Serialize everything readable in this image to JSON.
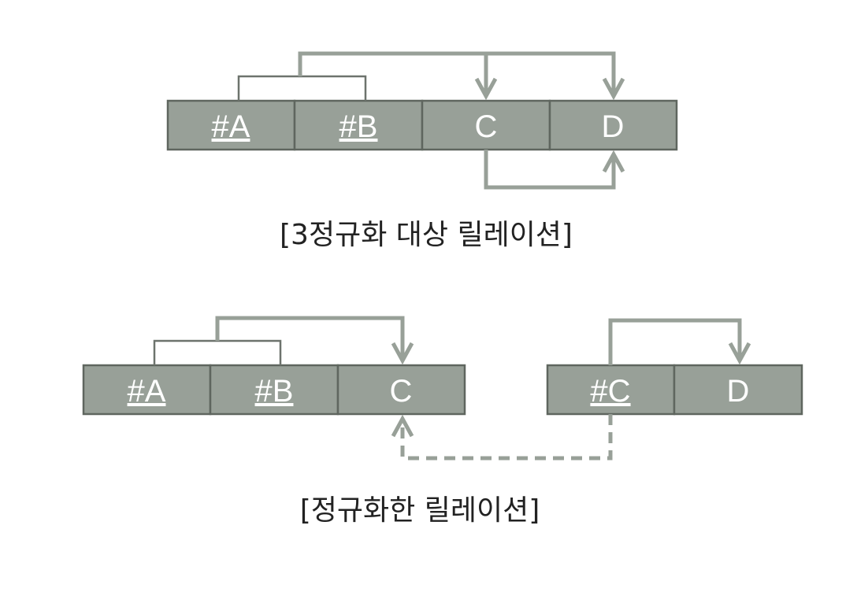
{
  "relation_3nf_target": {
    "caption": "[3정규화 대상 릴레이션]",
    "columns": [
      {
        "label": "#A",
        "key": true
      },
      {
        "label": "#B",
        "key": true
      },
      {
        "label": "C",
        "key": false
      },
      {
        "label": "D",
        "key": false
      }
    ]
  },
  "relation_normalized_left": {
    "columns": [
      {
        "label": "#A",
        "key": true
      },
      {
        "label": "#B",
        "key": true
      },
      {
        "label": "C",
        "key": false
      }
    ]
  },
  "relation_normalized_right": {
    "columns": [
      {
        "label": "#C",
        "key": true
      },
      {
        "label": "D",
        "key": false
      }
    ]
  },
  "normalized_caption": "[정규화한 릴레이션]",
  "colors": {
    "cell_fill": "#98a098",
    "cell_border": "#5f665f",
    "arrow": "#98a098",
    "bracket": "#6d736d",
    "caption_text": "#222222"
  }
}
